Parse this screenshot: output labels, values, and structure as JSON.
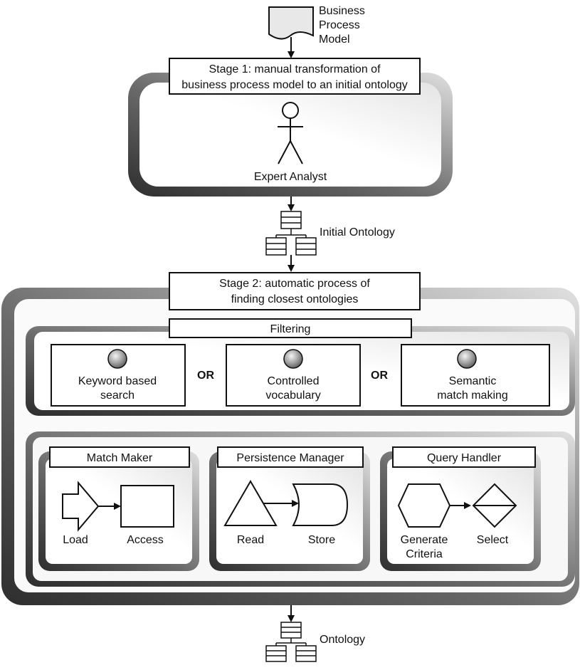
{
  "input_doc": {
    "label_lines": [
      "Business",
      "Process",
      "Model"
    ]
  },
  "stage1": {
    "title_lines": [
      "Stage 1: manual transformation of",
      "business process model to an initial ontology"
    ],
    "actor_label": "Expert Analyst"
  },
  "initial_ontology": {
    "label": "Initial Ontology"
  },
  "stage2": {
    "title_lines": [
      "Stage 2: automatic process of",
      "finding closest ontologies"
    ],
    "filtering": {
      "title": "Filtering",
      "options": [
        {
          "lines": [
            "Keyword based",
            "search"
          ]
        },
        {
          "lines": [
            "Controlled",
            "vocabulary"
          ]
        },
        {
          "lines": [
            "Semantic",
            "match making"
          ]
        }
      ],
      "connector": "OR"
    },
    "components": [
      {
        "title": "Match Maker",
        "labels": [
          "Load",
          "Access"
        ]
      },
      {
        "title": "Persistence Manager",
        "labels": [
          "Read",
          "Store"
        ]
      },
      {
        "title": "Query Handler",
        "labels_a": [
          "Generate",
          "Criteria"
        ],
        "label_b": "Select"
      }
    ]
  },
  "output_ontology": {
    "label": "Ontology"
  },
  "colors": {
    "frame_dark": "#3a3a3a",
    "frame_light": "#d8d8d8",
    "panel": "#f2f2f2",
    "line": "#111111"
  }
}
